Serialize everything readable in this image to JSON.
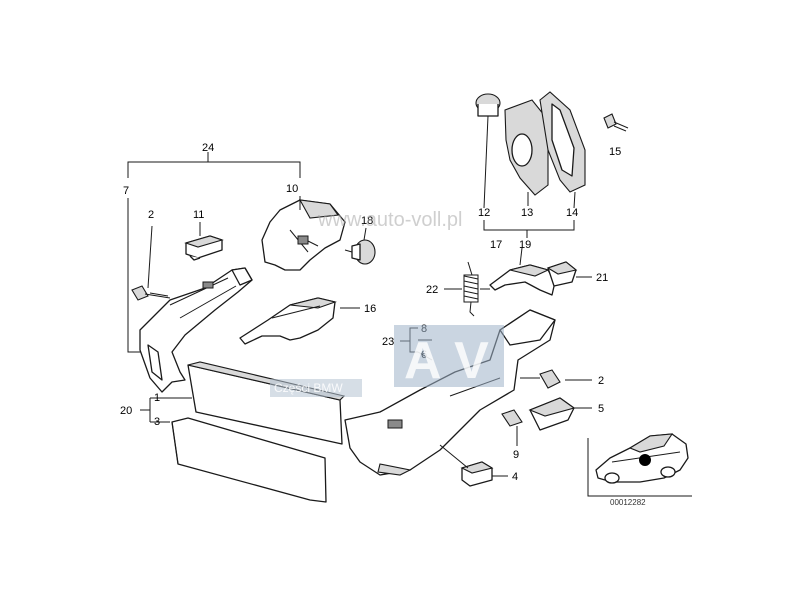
{
  "callouts": {
    "c24": "24",
    "c7": "7",
    "c10": "10",
    "c2a": "2",
    "c11": "11",
    "c18": "18",
    "c12": "12",
    "c13": "13",
    "c14": "14",
    "c15": "15",
    "c17": "17",
    "c19": "19",
    "c22": "22",
    "c21": "21",
    "c16": "16",
    "c8": "8",
    "c23": "23",
    "c6": "6",
    "c2b": "2",
    "c5": "5",
    "c9": "9",
    "c1": "1",
    "c20": "20",
    "c3": "3",
    "c4": "4"
  },
  "watermark": {
    "url": "www.auto-voll.pl",
    "label": "Części BMW",
    "logo": "A V"
  },
  "reference_code": "00012282"
}
